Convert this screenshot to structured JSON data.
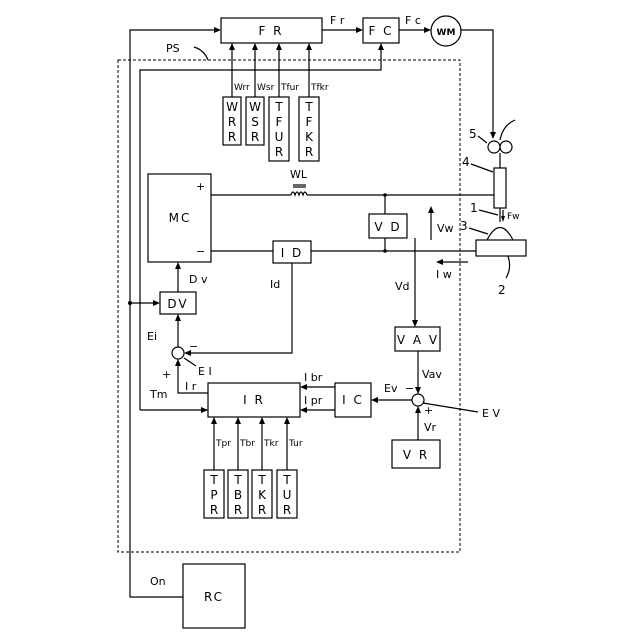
{
  "blocks": {
    "FR": "F R",
    "FC": "F C",
    "WM": "WM",
    "MC": "MC",
    "VD": "V D",
    "ID": "I D",
    "DV": "DV",
    "VAV": "V A V",
    "IC": "I C",
    "IR": "I R",
    "VR": "V R",
    "RC": "RC"
  },
  "setting_blocks_top": [
    {
      "label": "Wrr",
      "chars": [
        "W",
        "R",
        "R"
      ]
    },
    {
      "label": "Wsr",
      "chars": [
        "W",
        "S",
        "R"
      ]
    },
    {
      "label": "Tfur",
      "chars": [
        "T",
        "F",
        "U",
        "R"
      ]
    },
    {
      "label": "Tfkr",
      "chars": [
        "T",
        "F",
        "K",
        "R"
      ]
    }
  ],
  "setting_blocks_bottom": [
    {
      "label": "Tpr",
      "chars": [
        "T",
        "P",
        "R"
      ]
    },
    {
      "label": "Tbr",
      "chars": [
        "T",
        "B",
        "R"
      ]
    },
    {
      "label": "Tkr",
      "chars": [
        "T",
        "K",
        "R"
      ]
    },
    {
      "label": "Tur",
      "chars": [
        "T",
        "U",
        "R"
      ]
    }
  ],
  "signals": {
    "Fr": "F r",
    "Fc": "F c",
    "PS": "PS",
    "WL": "WL",
    "Vw": "Vw",
    "Iw": "I w",
    "Fw": "Fw",
    "Vd": "Vd",
    "Id": "Id",
    "Dv": "D v",
    "Ei": "Ei",
    "EI": "E I",
    "Ir": "I r",
    "Tm": "Tm",
    "Ibr": "I br",
    "Ipr": "I pr",
    "Ev": "Ev",
    "Vav": "Vav",
    "EV": "E V",
    "Vr": "Vr",
    "On": "On"
  },
  "terminals": {
    "mc_plus": "+",
    "mc_minus": "−",
    "ei_plus": "+",
    "ei_minus": "−",
    "ev_plus": "+",
    "ev_minus": "−"
  },
  "numerals": [
    "1",
    "2",
    "3",
    "4",
    "5"
  ]
}
